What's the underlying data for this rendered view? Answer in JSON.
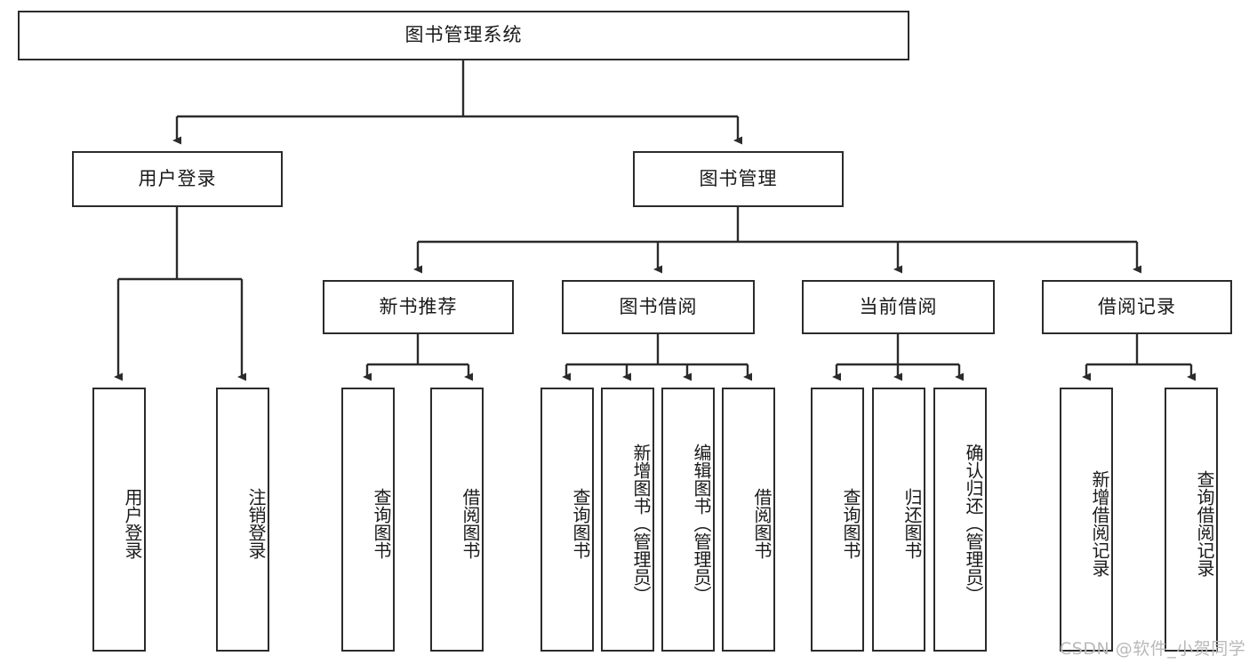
{
  "diagram": {
    "title": "图书管理系统",
    "root": {
      "label": "图书管理系统"
    },
    "level2": [
      {
        "label": "用户登录"
      },
      {
        "label": "图书管理"
      }
    ],
    "level3": [
      {
        "label": "新书推荐"
      },
      {
        "label": "图书借阅"
      },
      {
        "label": "当前借阅"
      },
      {
        "label": "借阅记录"
      }
    ],
    "leaves": [
      {
        "label": "用户登录"
      },
      {
        "label": "注销登录"
      },
      {
        "label": "查询图书"
      },
      {
        "label": "借阅图书"
      },
      {
        "label": "查询图书"
      },
      {
        "label": "新增图书（管理员）"
      },
      {
        "label": "编辑图书（管理员）"
      },
      {
        "label": "借阅图书"
      },
      {
        "label": "查询图书"
      },
      {
        "label": "归还图书"
      },
      {
        "label": "确认归还（管理员）"
      },
      {
        "label": "新增借阅记录"
      },
      {
        "label": "查询借阅记录"
      }
    ],
    "watermark": "CSDN @软件_小贺同学",
    "colors": {
      "stroke": "#2b2b2b",
      "fill": "#ffffff",
      "text": "#1a1a1a",
      "watermark": "#b9b9b9"
    }
  }
}
